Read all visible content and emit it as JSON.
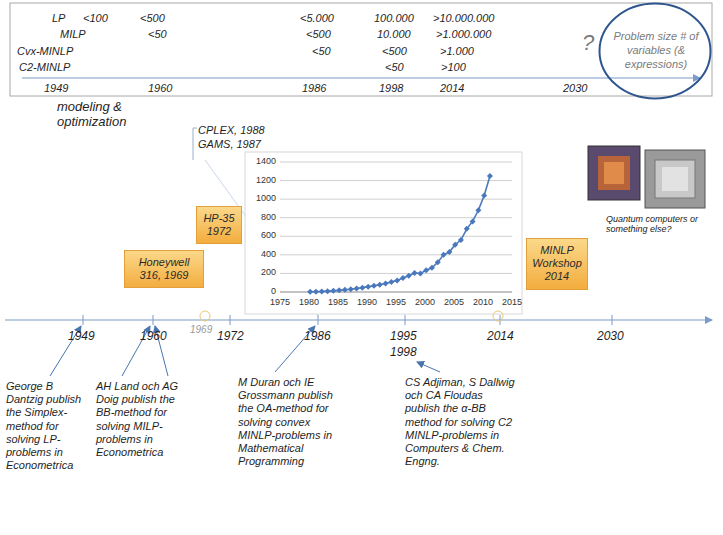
{
  "diagram": {
    "nodes": [
      {
        "text": [
          "?",
          "Problem size # of variables (& expressions)"
        ]
      },
      {
        "text": [
          "HP-35 1972"
        ]
      },
      {
        "text": [
          "Honeywell 316, 1969"
        ]
      },
      {
        "text": [
          "MINLP Workshop 2014"
        ]
      }
    ],
    "labels": [
      "LP",
      "<100",
      "<500",
      "<5.000",
      "100.000",
      ">10.000.000",
      "MILP",
      "<50",
      "<500",
      "10.000",
      ">1.000.000",
      "Cvx-MINLP",
      "<50",
      "<500",
      ">1.000",
      "C2-MINLP",
      "<50",
      ">100",
      "1949",
      "1960",
      "1986",
      "1998",
      "2014",
      "2030",
      "modeling & optimization",
      "CPLEX, 1988",
      "GAMS, 1987",
      "0",
      "200",
      "400",
      "600",
      "800",
      "1000",
      "1200",
      "1400",
      "1975",
      "1980",
      "1985",
      "1990",
      "1995",
      "2000",
      "2005",
      "2010",
      "2015",
      "Quantum computers or something else?",
      "1949",
      "1960",
      "1969",
      "1972",
      "1986",
      "1995",
      "1998",
      "2014",
      "2030",
      "George B Dantzig publish the Simplex-method for solving LP-problems in Econometrica",
      "AH Land och AG Doig publish the BB-method for solving MILP-problems in Econometrica",
      "M Duran och IE Grossmann publish the OA-method for solving convex MINLP-problems in Mathematical Programming",
      "CS Adjiman, S Dallwig och CA Floudas publish the α-BB method for solving C2 MINLP-problems in Computers & Chem. Engng."
    ]
  }
}
